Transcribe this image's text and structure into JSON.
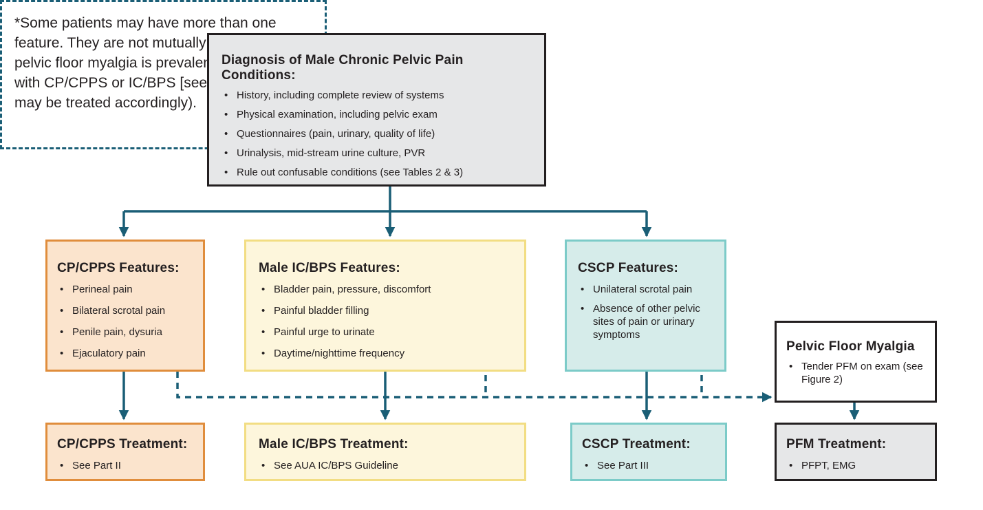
{
  "diagnosis": {
    "title": "Diagnosis of Male Chronic Pelvic Pain Conditions:",
    "items": [
      "History, including complete review of systems",
      "Physical examination, including pelvic exam",
      "Questionnaires (pain, urinary, quality of life)",
      "Urinalysis, mid-stream urine culture, PVR",
      "Rule out confusable conditions (see Tables 2 & 3)"
    ]
  },
  "note": {
    "text": "*Some patients may have more than one feature. They are not mutually exclusive (e.g., pelvic floor myalgia is prevalent among men with CP/CPPS or IC/BPS [see dotted line], and may be treated accordingly)."
  },
  "features": {
    "cpcpps": {
      "title": "CP/CPPS Features:",
      "items": [
        "Perineal pain",
        "Bilateral scrotal pain",
        "Penile pain, dysuria",
        "Ejaculatory pain"
      ]
    },
    "icbps": {
      "title": "Male IC/BPS Features:",
      "items": [
        "Bladder pain, pressure, discomfort",
        "Painful bladder filling",
        "Painful urge to urinate",
        "Daytime/nighttime frequency"
      ]
    },
    "cscp": {
      "title": "CSCP Features:",
      "items": [
        "Unilateral scrotal pain",
        "Absence of other pelvic sites of pain or urinary symptoms"
      ]
    },
    "pfm": {
      "title": "Pelvic Floor Myalgia",
      "items": [
        "Tender PFM on exam (see Figure 2)"
      ]
    }
  },
  "treatments": {
    "cpcpps": {
      "title": "CP/CPPS Treatment:",
      "items": [
        "See Part II"
      ]
    },
    "icbps": {
      "title": "Male IC/BPS Treatment:",
      "items": [
        "See AUA IC/BPS Guideline"
      ]
    },
    "cscp": {
      "title": "CSCP Treatment:",
      "items": [
        "See Part III"
      ]
    },
    "pfm": {
      "title": "PFM Treatment:",
      "items": [
        "PFPT, EMG"
      ]
    }
  },
  "colors": {
    "connector": "#1a5e76",
    "cpcpps_border": "#e08d3c",
    "cpcpps_fill": "#fbe4cd",
    "icbps_border": "#f2dd83",
    "icbps_fill": "#fdf6dc",
    "cscp_border": "#7ccbc8",
    "cscp_fill": "#d6ecea",
    "grey_fill": "#e6e7e8"
  }
}
